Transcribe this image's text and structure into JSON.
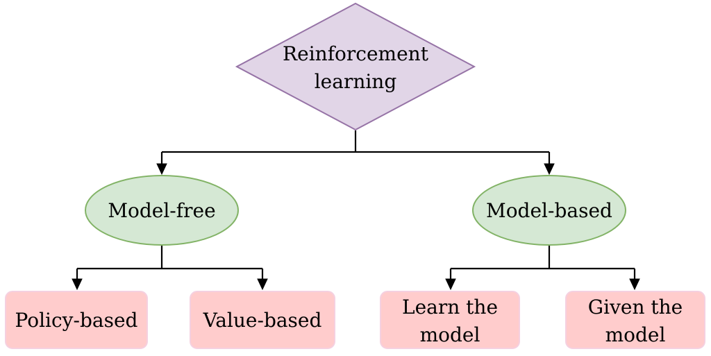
{
  "colors": {
    "root_fill": "#e1d5e7",
    "root_stroke": "#9673a6",
    "category_fill": "#d5e8d4",
    "category_stroke": "#82b366",
    "leaf_fill": "#ffcccc",
    "leaf_stroke": "#f5d0e0",
    "line": "#000000"
  },
  "root": {
    "shape": "diamond",
    "label_line1": "Reinforcement",
    "label_line2": "learning"
  },
  "categories": {
    "model_free": {
      "shape": "ellipse",
      "label": "Model-free"
    },
    "model_based": {
      "shape": "ellipse",
      "label": "Model-based"
    }
  },
  "leaves": {
    "policy_based": {
      "shape": "rounded-rectangle",
      "label": "Policy-based"
    },
    "value_based": {
      "shape": "rounded-rectangle",
      "label": "Value-based"
    },
    "learn_model": {
      "shape": "rounded-rectangle",
      "label_line1": "Learn the",
      "label_line2": "model"
    },
    "given_model": {
      "shape": "rounded-rectangle",
      "label_line1": "Given the",
      "label_line2": "model"
    }
  }
}
